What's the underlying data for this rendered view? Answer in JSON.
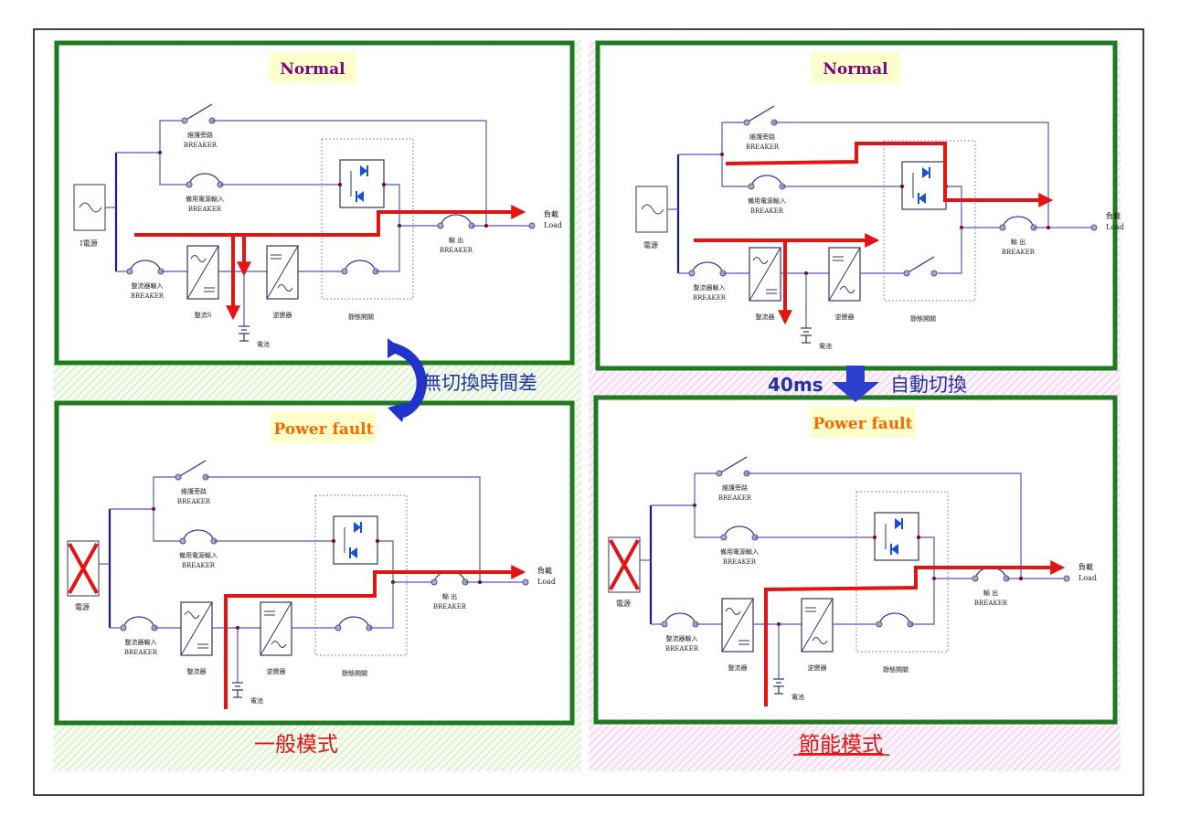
{
  "panels": {
    "normal_general": {
      "title": "Normal",
      "labels": {
        "maint_bypass": "維護旁路",
        "maint_breaker": "BREAKER",
        "backup_input": "備用電源輸入",
        "backup_breaker": "BREAKER",
        "source": "I電源",
        "rect_input": "整流器輸入",
        "rect_breaker": "BREAKER",
        "rectifier": "整流S",
        "inverter": "逆變器",
        "static_switch": "靜態開關",
        "battery": "電池",
        "output": "輸 出",
        "output_breaker": "BREAKER",
        "load_cn": "負載",
        "load_en": "Load"
      }
    },
    "normal_eco": {
      "title": "Normal",
      "labels": {
        "maint_bypass": "維護旁路",
        "maint_breaker": "BREAKER",
        "backup_input": "備用電源輸入",
        "backup_breaker": "BREAKER",
        "source": "電源",
        "rect_input": "整流器輸入",
        "rect_breaker": "BREAKER",
        "rectifier": "整流器",
        "inverter": "逆變器",
        "static_switch": "靜態開關",
        "battery": "電池",
        "output": "輸 出",
        "output_breaker": "BREAKER",
        "load_cn": "負載",
        "load_en": "Load"
      }
    },
    "fault_general": {
      "title": "Power fault",
      "labels": {
        "maint_bypass": "維護旁路",
        "maint_breaker": "BREAKER",
        "backup_input": "備用電源輸入",
        "backup_breaker": "BREAKER",
        "source": "電源",
        "rect_input": "整流器輸入",
        "rect_breaker": "BREAKER",
        "rectifier": "整流器",
        "inverter": "逆變器",
        "static_switch": "靜態開關",
        "battery": "電池",
        "output": "輸 出",
        "output_breaker": "BREAKER",
        "load_cn": "負載",
        "load_en": "Load"
      }
    },
    "fault_eco": {
      "title": "Power fault",
      "labels": {
        "maint_bypass": "維護旁路",
        "maint_breaker": "BREAKER",
        "backup_input": "備用電源輸入",
        "backup_breaker": "BREAKER",
        "source": "電源",
        "rect_input": "整流器輸入",
        "rect_breaker": "BREAKER",
        "rectifier": "整流器",
        "inverter": "逆變器",
        "static_switch": "靜態開關",
        "battery": "電池",
        "output": "輸 出",
        "output_breaker": "BREAKER",
        "load_cn": "負載",
        "load_en": "Load"
      }
    }
  },
  "transitions": {
    "general": "無切換時間差",
    "eco_time": "40ms",
    "eco_label": "自動切換"
  },
  "modes": {
    "general": "一般模式",
    "eco": "節能模式"
  },
  "colors": {
    "frame_green": "#1e7a1e",
    "wire_blue": "#4444cc",
    "flow_red": "#e41414",
    "title_normal": "#800080",
    "title_fault": "#ff6600",
    "title_bg": "#ffffcc",
    "mode_red": "#e41414",
    "transition_blue": "#2233aa"
  }
}
